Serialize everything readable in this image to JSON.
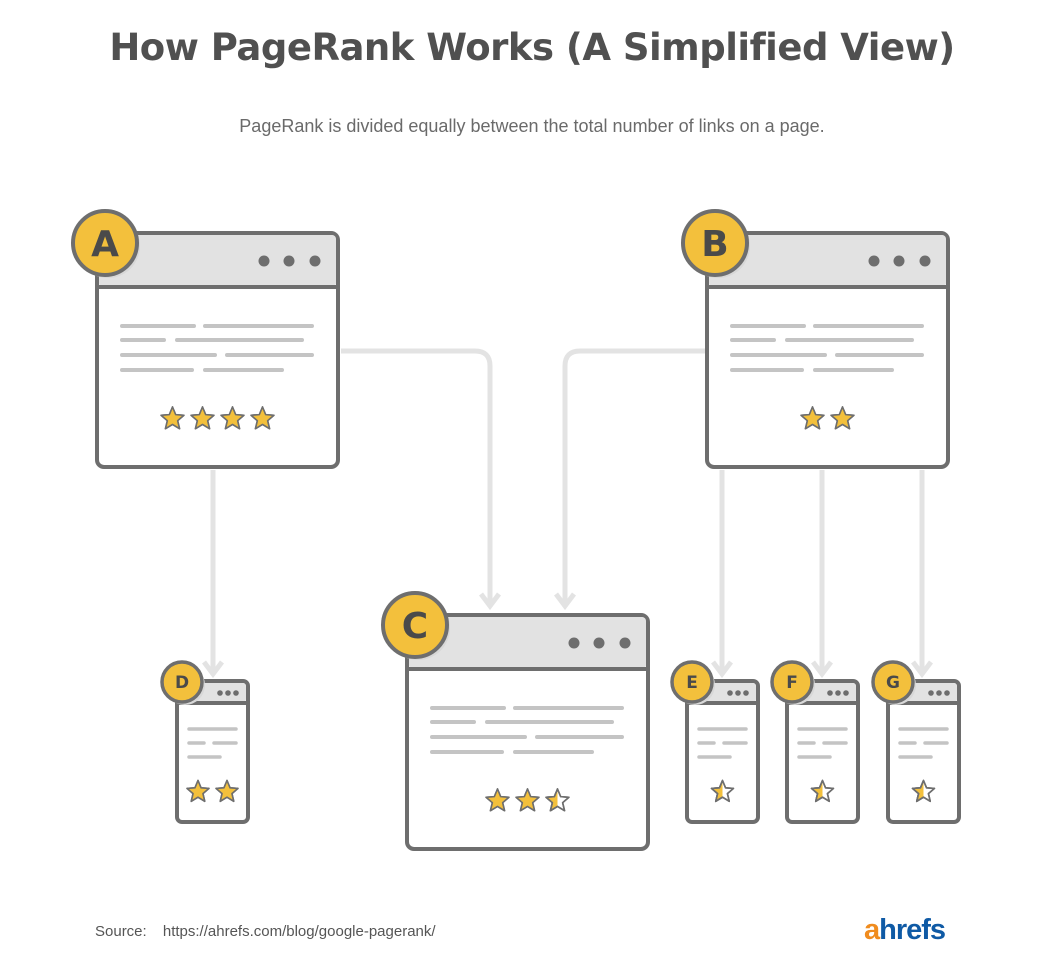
{
  "title": "How PageRank Works (A Simplified View)",
  "subtitle": "PageRank is divided equally between the total number of links on a page.",
  "pages": [
    {
      "label": "A",
      "stars": 4
    },
    {
      "label": "B",
      "stars": 2
    },
    {
      "label": "C",
      "stars": 2.5
    },
    {
      "label": "D",
      "stars": 2
    },
    {
      "label": "E",
      "stars": 0.5
    },
    {
      "label": "F",
      "stars": 0.5
    },
    {
      "label": "G",
      "stars": 0.5
    }
  ],
  "links": [
    {
      "from": "A",
      "to": "D"
    },
    {
      "from": "A",
      "to": "C"
    },
    {
      "from": "B",
      "to": "C"
    },
    {
      "from": "B",
      "to": "E"
    },
    {
      "from": "B",
      "to": "F"
    },
    {
      "from": "B",
      "to": "G"
    }
  ],
  "footer": {
    "source_label": "Source:",
    "source_url": "https://ahrefs.com/blog/google-pagerank/",
    "logo_a": "a",
    "logo_rest": "hrefs"
  },
  "colors": {
    "badge": "#f3c03c",
    "star": "#f3c03c",
    "outline": "#6e6e6e",
    "header": "#e2e2e2",
    "arrow": "#e3e3e3",
    "text_line": "#c4c4c4",
    "logo_orange": "#f08c1e",
    "logo_blue": "#0f5aa5"
  }
}
